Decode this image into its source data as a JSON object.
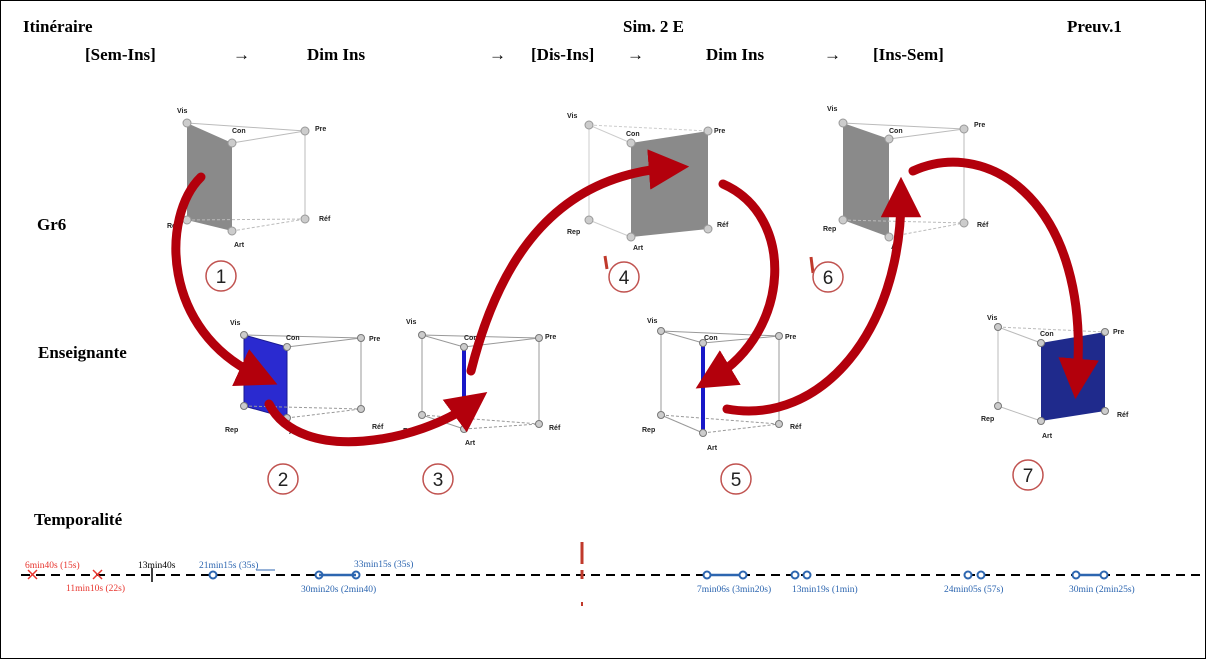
{
  "header": {
    "itinerary_label": "Itinéraire",
    "simulation_label": "Sim. 2 E",
    "proof_label": "Preuv.1",
    "path": [
      {
        "text": "[Sem-Ins]"
      },
      {
        "text": "→"
      },
      {
        "text": "Dim Ins"
      },
      {
        "text": "→"
      },
      {
        "text": "[Dis-Ins]"
      },
      {
        "text": "→"
      },
      {
        "text": "Dim Ins"
      },
      {
        "text": "→"
      },
      {
        "text": "[Ins-Sem]"
      }
    ]
  },
  "rows": {
    "group": "Gr6",
    "teacher": "Enseignante",
    "time": "Temporalité"
  },
  "vertex_labels": {
    "vis": "Vis",
    "con": "Con",
    "pre": "Pre",
    "rep": "Rep",
    "art": "Art",
    "ref": "Réf"
  },
  "colors": {
    "gray_face": "#8a8a8a",
    "blue_face": "#2a2ad0",
    "dark_blue_face": "#1f2a8c",
    "arrow_red": "#b3000c",
    "timeline_red": "#e8362f",
    "timeline_blue": "#2d66b0",
    "divider_red": "#c0392b"
  },
  "steps": [
    {
      "number": "1",
      "row": "group",
      "highlight": "left-face",
      "color": "gray"
    },
    {
      "number": "2",
      "row": "teacher",
      "highlight": "left-face",
      "color": "blue"
    },
    {
      "number": "3",
      "row": "teacher",
      "highlight": "left-edge",
      "color": "blue"
    },
    {
      "number": "4",
      "row": "group",
      "highlight": "front-face",
      "color": "gray"
    },
    {
      "number": "5",
      "row": "teacher",
      "highlight": "left-edge",
      "color": "blue"
    },
    {
      "number": "6",
      "row": "group",
      "highlight": "left-face",
      "color": "gray"
    },
    {
      "number": "7",
      "row": "teacher",
      "highlight": "front-face",
      "color": "dark-blue"
    }
  ],
  "timeline": {
    "labels": [
      {
        "text": "6min40s (15s)",
        "color": "red"
      },
      {
        "text": "11min10s (22s)",
        "color": "red"
      },
      {
        "text": "13min40s",
        "color": "black"
      },
      {
        "text": "21min15s (35s)",
        "color": "blue"
      },
      {
        "text": "33min15s (35s)",
        "color": "blue"
      },
      {
        "text": "30min20s (2min40)",
        "color": "blue"
      },
      {
        "text": "7min06s (3min20s)",
        "color": "blue"
      },
      {
        "text": "13min19s (1min)",
        "color": "blue"
      },
      {
        "text": "24min05s (57s)",
        "color": "blue"
      },
      {
        "text": "30min (2min25s)",
        "color": "blue"
      }
    ]
  }
}
